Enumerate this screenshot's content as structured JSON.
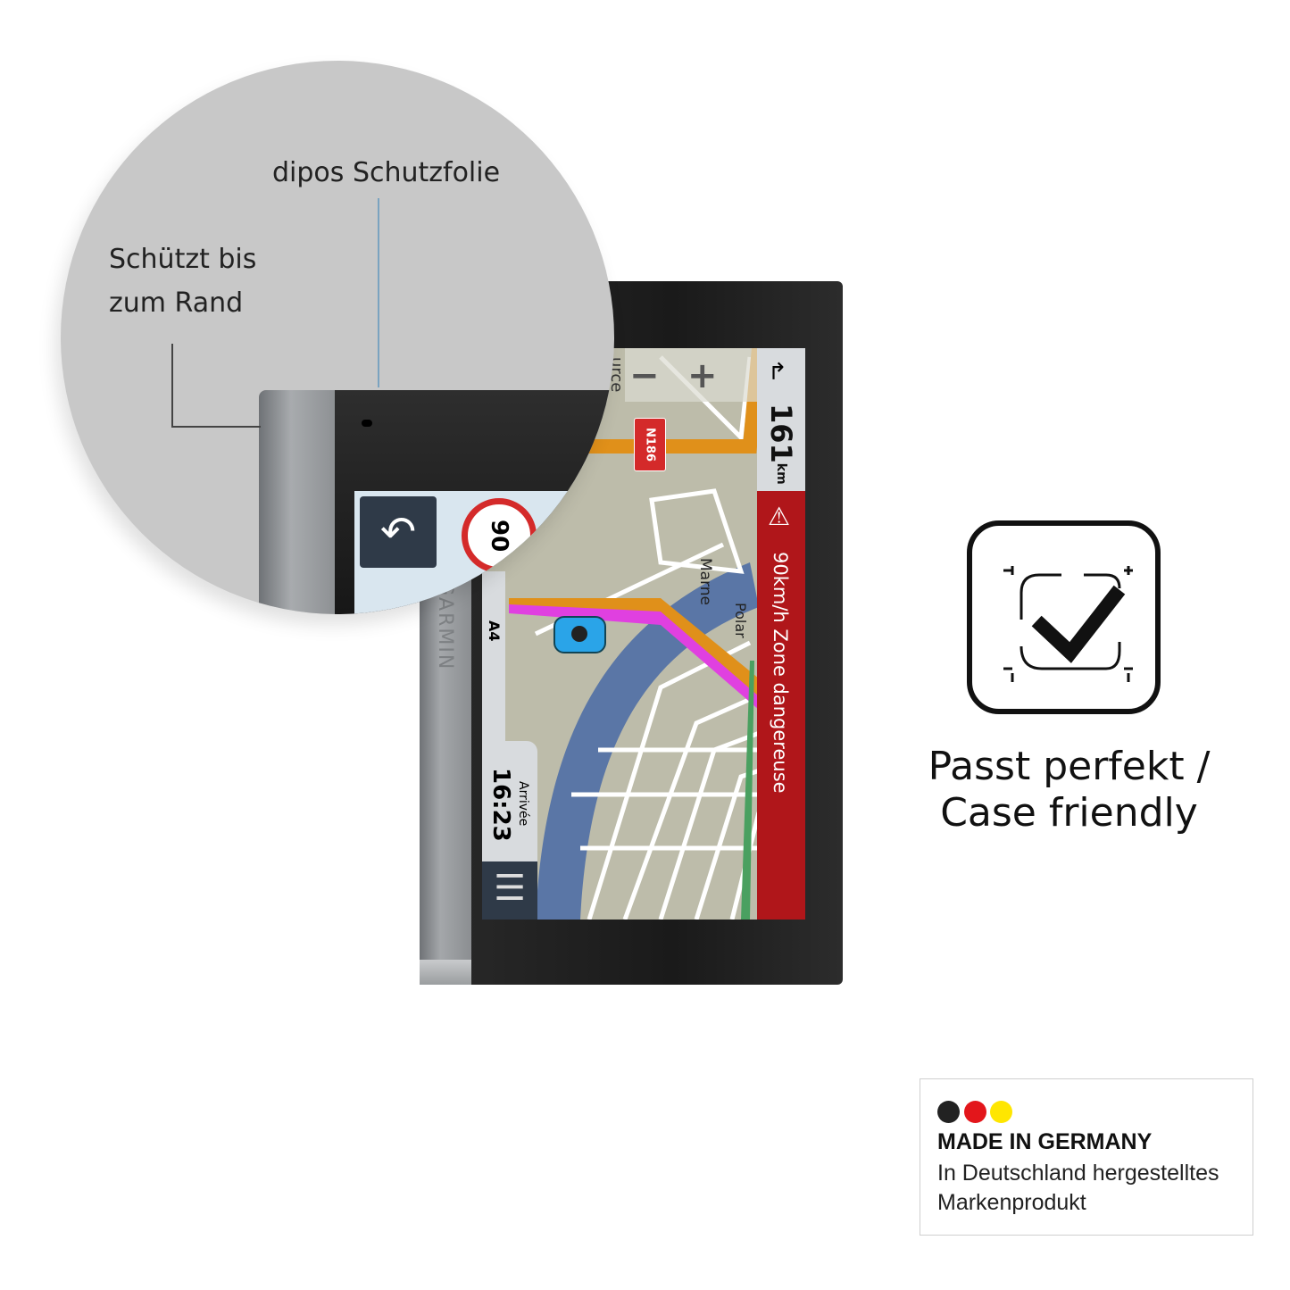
{
  "callouts": {
    "film_label": "dipos Schutzfolie",
    "edge_label_line1": "Schützt bis",
    "edge_label_line2": "zum Rand"
  },
  "device": {
    "brand": "GARMIN",
    "screen": {
      "distance_value": "161",
      "distance_unit": "km",
      "warning_text": "90km/h Zone dangereuse",
      "speed_limit": "90",
      "road_shield": "N186",
      "current_road": "A4",
      "arrival_label": "Arrivée",
      "arrival_time": "16:23",
      "map_label_river": "Marne",
      "map_label_street": "Polar",
      "map_label_top": "urce",
      "zoom_in": "+",
      "zoom_out": "−",
      "colors": {
        "route": "#e040e0",
        "warning": "#b0161a",
        "river": "#5a76a6",
        "road": "#e0901a"
      }
    }
  },
  "feature": {
    "icon": "check-fit-icon",
    "line1": "Passt perfekt /",
    "line2": "Case friendly"
  },
  "badge": {
    "title": "MADE IN GERMANY",
    "line1": "In Deutschland hergestelltes",
    "line2": "Markenprodukt",
    "flag_colors": [
      "#222222",
      "#e3161b",
      "#ffe600"
    ]
  }
}
